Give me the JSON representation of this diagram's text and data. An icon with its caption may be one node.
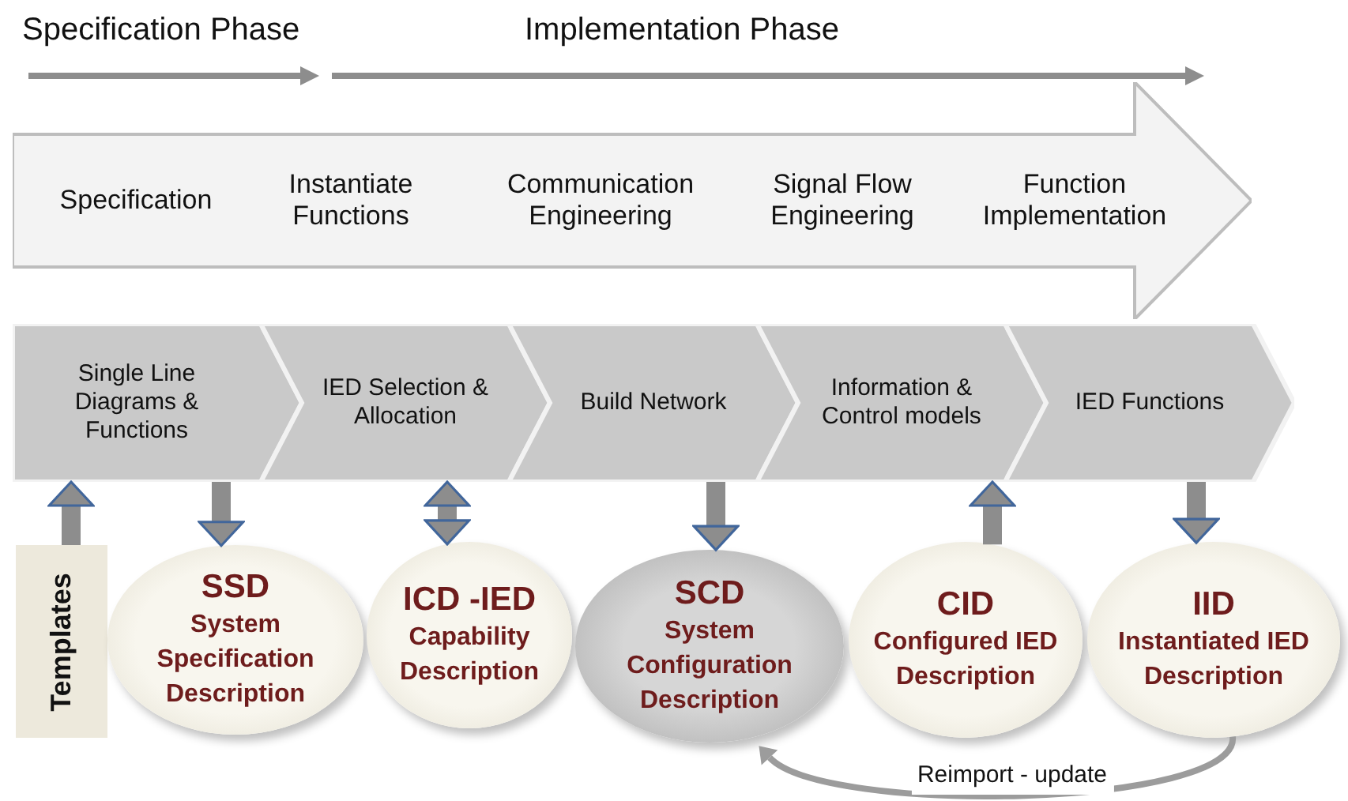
{
  "diagram": {
    "nodes": [
      {
        "text": [
          "Specification",
          "Instantiate Functions",
          "Communication Engineering",
          "Signal Flow Engineering",
          "Function Implementation"
        ]
      },
      {
        "text": [
          "Single Line Diagrams & Functions"
        ]
      },
      {
        "text": [
          "IED Selection & Allocation"
        ]
      },
      {
        "text": [
          "Build Network"
        ]
      },
      {
        "text": [
          "Information & Control models"
        ]
      },
      {
        "text": [
          "IED Functions"
        ]
      },
      {
        "text": [
          "Templates"
        ]
      },
      {
        "text": [
          "SSD",
          "System Specification Description"
        ]
      },
      {
        "text": [
          "ICD -IED",
          "Capability Description"
        ]
      },
      {
        "text": [
          "SCD",
          "System Configuration Description"
        ]
      },
      {
        "text": [
          "CID",
          "Configured IED Description"
        ]
      },
      {
        "text": [
          "IID",
          "Instantiated IED Description"
        ]
      }
    ],
    "edges": [
      {
        "from": 6,
        "to": 1,
        "arrow": "to"
      },
      {
        "from": 1,
        "to": 7,
        "arrow": "to"
      },
      {
        "from": 2,
        "to": 8,
        "arrow": "both"
      },
      {
        "from": 3,
        "to": 9,
        "arrow": "to"
      },
      {
        "from": 10,
        "to": 5,
        "arrow": "to"
      },
      {
        "from": 5,
        "to": 11,
        "arrow": "to"
      },
      {
        "from": 11,
        "to": 9,
        "arrow": "to",
        "label": "Reimport - update"
      }
    ],
    "labels": [
      "Specification Phase",
      "Implementation Phase"
    ]
  }
}
